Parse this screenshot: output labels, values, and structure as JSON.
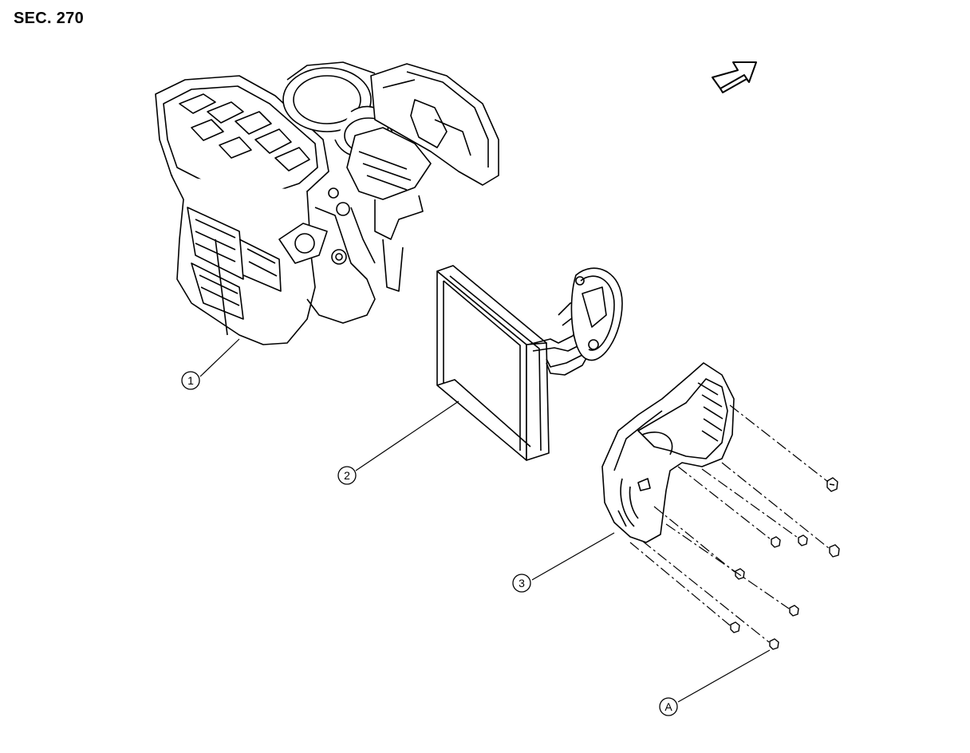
{
  "section": {
    "label": "SEC. 270"
  },
  "callouts": [
    {
      "id": "1",
      "label": "1"
    },
    {
      "id": "2",
      "label": "2"
    },
    {
      "id": "3",
      "label": "3"
    },
    {
      "id": "A",
      "label": "A"
    }
  ],
  "icons": {
    "front_arrow": "front-direction-arrow-icon"
  },
  "colors": {
    "line": "#000000",
    "background": "#ffffff"
  }
}
